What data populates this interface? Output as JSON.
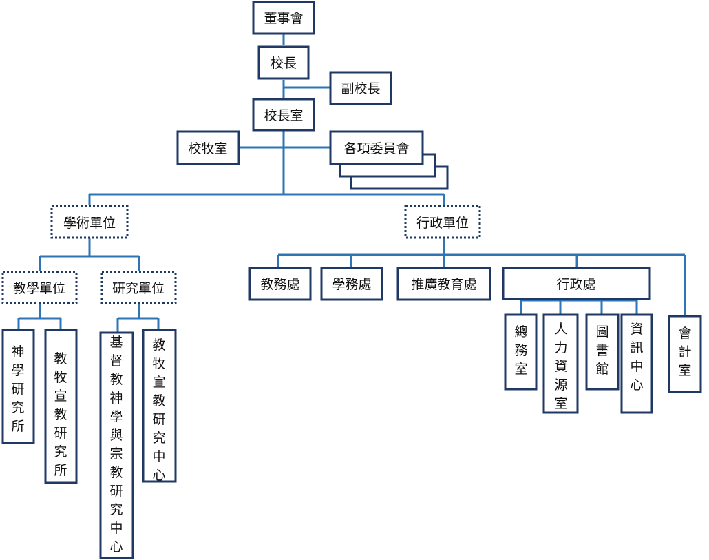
{
  "org": {
    "board": "董事會",
    "president": "校長",
    "vice_president": "副校長",
    "presidents_office": "校長室",
    "chaplain_office": "校牧室",
    "committees": "各項委員會",
    "academic_units": "學術單位",
    "administrative_units": "行政單位",
    "teaching_units": "教學單位",
    "research_units": "研究單位",
    "seminary": "神學研究所",
    "missions_institute": "教牧宣教研究所",
    "christian_studies_center": "基督教神學與宗教研究中心",
    "missions_center": "教牧宣教研究中心",
    "academic_affairs": "教務處",
    "student_affairs": "學務處",
    "extension_education": "推廣教育處",
    "administration": "行政處",
    "general_affairs": "總務室",
    "human_resources": "人力資源室",
    "library": "圖書館",
    "information_center": "資訊中心",
    "accounting": "會計室"
  },
  "colors": {
    "connector": "#2e75b6",
    "box_border": "#1f3864",
    "text": "#111111",
    "background": "#ffffff"
  }
}
